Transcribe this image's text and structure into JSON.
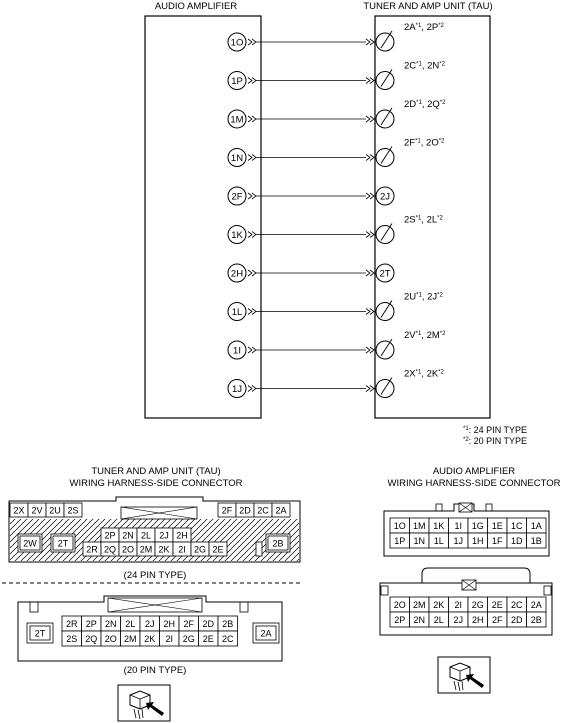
{
  "units": {
    "left_title": "AUDIO AMPLIFIER",
    "right_title": "TUNER AND AMP UNIT (TAU)"
  },
  "wires": [
    {
      "left": "1O",
      "right": "2A",
      "r1": "*1",
      "right2": ", 2P",
      "r2": "*2"
    },
    {
      "left": "1P",
      "right": "2C",
      "r1": "*1",
      "right2": ", 2N",
      "r2": "*2"
    },
    {
      "left": "1M",
      "right": "2D",
      "r1": "*1",
      "right2": ", 2Q",
      "r2": "*2"
    },
    {
      "left": "1N",
      "right": "2F",
      "r1": "*1",
      "right2": ", 2O",
      "r2": "*2"
    },
    {
      "left": "2F",
      "right": "2J",
      "r1": "",
      "right2": "",
      "r2": ""
    },
    {
      "left": "1K",
      "right": "2S",
      "r1": "*1",
      "right2": ", 2L",
      "r2": "*2"
    },
    {
      "left": "2H",
      "right": "2T",
      "r1": "",
      "right2": "",
      "r2": ""
    },
    {
      "left": "1L",
      "right": "2U",
      "r1": "*1",
      "right2": ", 2J",
      "r2": "*2"
    },
    {
      "left": "1I",
      "right": "2V",
      "r1": "*1",
      "right2": ", 2M",
      "r2": "*2"
    },
    {
      "left": "1J",
      "right": "2X",
      "r1": "*1",
      "right2": ", 2K",
      "r2": "*2"
    }
  ],
  "notes": {
    "n1_mark": "*1",
    "n1_text": ": 24 PIN TYPE",
    "n2_mark": "*2",
    "n2_text": ": 20 PIN TYPE"
  },
  "tau_connector": {
    "title1": "TUNER AND AMP UNIT (TAU)",
    "title2": "WIRING HARNESS-SIDE CONNECTOR",
    "type24": "(24 PIN TYPE)",
    "type20": "(20 PIN TYPE)",
    "row1_left": [
      "2X",
      "2V",
      "2U",
      "2S"
    ],
    "row1_right": [
      "2F",
      "2D",
      "2C",
      "2A"
    ],
    "row2": [
      "2P",
      "2N",
      "2L",
      "2J",
      "2H"
    ],
    "row3": [
      "2R",
      "2Q",
      "2O",
      "2M",
      "2K",
      "2I",
      "2G",
      "2E"
    ],
    "side_pins": [
      "2W",
      "2T",
      "2B"
    ],
    "p20_row1": [
      "2R",
      "2P",
      "2N",
      "2L",
      "2J",
      "2H",
      "2F",
      "2D",
      "2B"
    ],
    "p20_row2": [
      "2S",
      "2Q",
      "2O",
      "2M",
      "2K",
      "2I",
      "2G",
      "2E",
      "2C"
    ],
    "p20_side": [
      "2T",
      "2A"
    ]
  },
  "amp_connector": {
    "title1": "AUDIO AMPLIFIER",
    "title2": "WIRING HARNESS-SIDE CONNECTOR",
    "top_row1": [
      "1O",
      "1M",
      "1K",
      "1I",
      "1G",
      "1E",
      "1C",
      "1A"
    ],
    "top_row2": [
      "1P",
      "1N",
      "1L",
      "1J",
      "1H",
      "1F",
      "1D",
      "1B"
    ],
    "bot_row1": [
      "2O",
      "2M",
      "2K",
      "2I",
      "2G",
      "2E",
      "2C",
      "2A"
    ],
    "bot_row2": [
      "2P",
      "2N",
      "2L",
      "2J",
      "2H",
      "2F",
      "2D",
      "2B"
    ]
  }
}
